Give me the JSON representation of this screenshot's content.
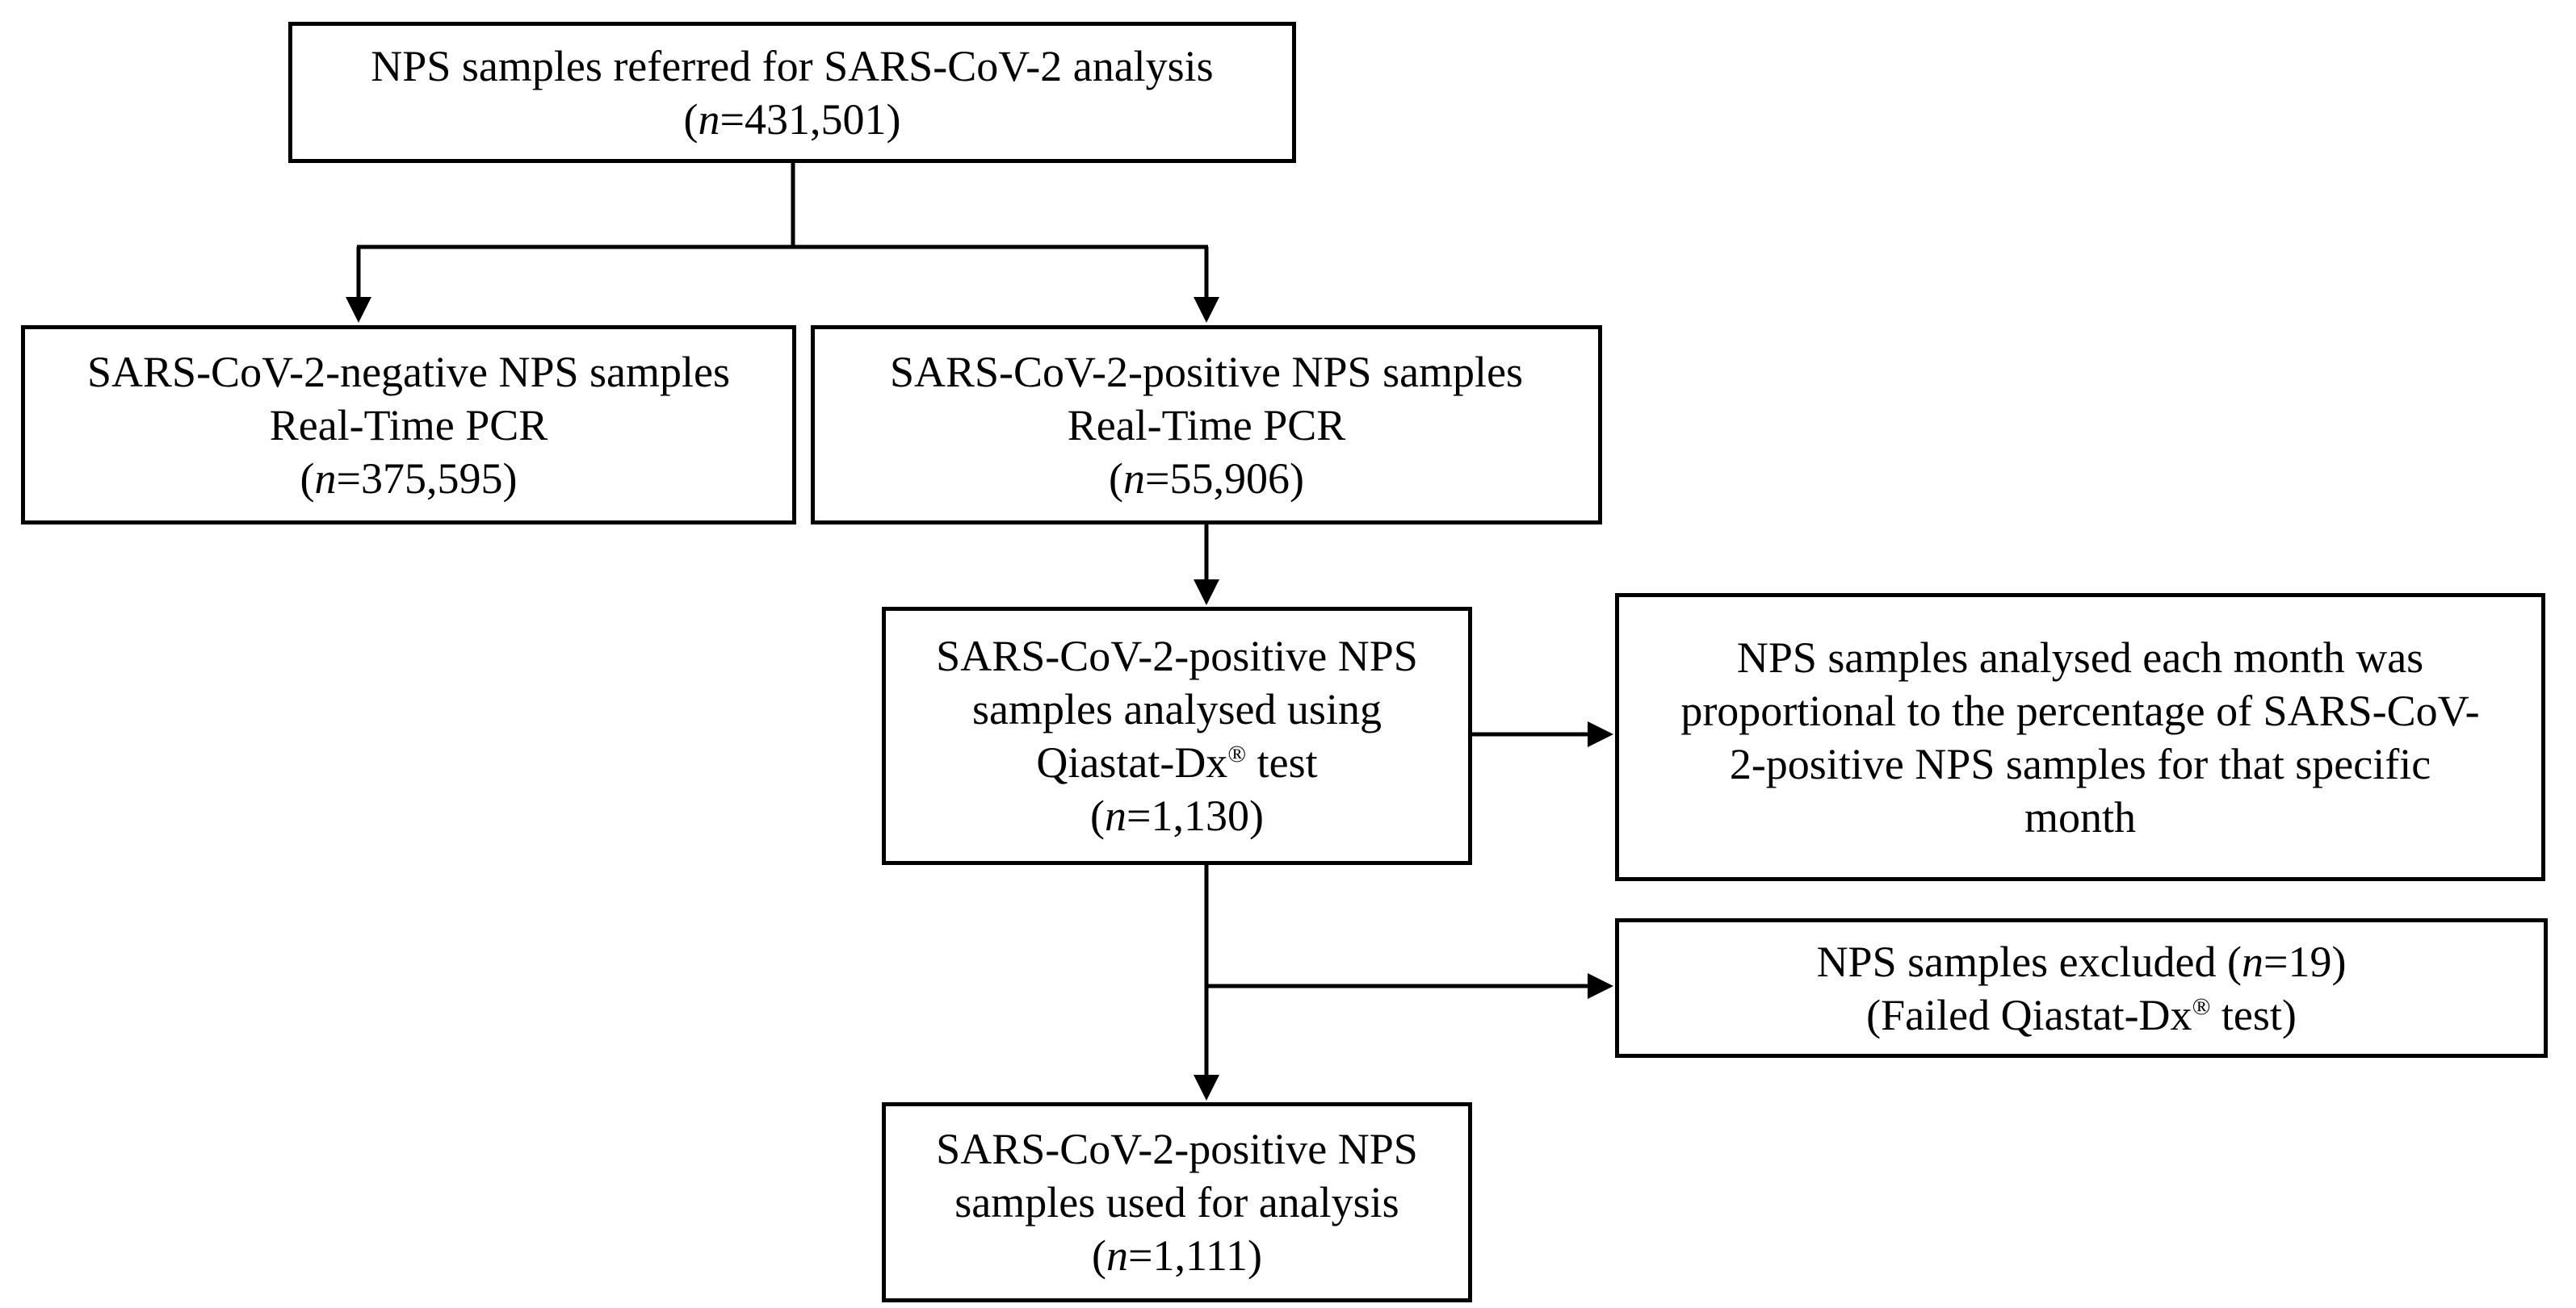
{
  "boxes": {
    "referred": {
      "lines": [
        "NPS samples referred for SARS-CoV-2 analysis"
      ],
      "n_prefix": "n",
      "n_value": "=431,501"
    },
    "negative": {
      "lines": [
        "SARS-CoV-2-negative NPS samples",
        "Real-Time PCR"
      ],
      "n_prefix": "n",
      "n_value": "=375,595"
    },
    "positive": {
      "lines": [
        "SARS-CoV-2-positive NPS samples",
        "Real-Time PCR"
      ],
      "n_prefix": "n",
      "n_value": "=55,906"
    },
    "qiastat": {
      "lines": [
        "SARS-CoV-2-positive NPS",
        "samples analysed using"
      ],
      "test_pre": "Qiastat-Dx",
      "test_sup": "®",
      "test_post": " test",
      "n_prefix": "n",
      "n_value": "=1,130"
    },
    "monthly": {
      "lines": [
        "NPS samples analysed each month was",
        "proportional to the percentage of SARS-CoV-",
        "2-positive NPS samples for that specific",
        "month"
      ]
    },
    "excluded": {
      "line1_pre": "NPS samples excluded (",
      "n_prefix": "n",
      "line1_post": "=19)",
      "line2_pre": "(Failed Qiastat-Dx",
      "line2_sup": "®",
      "line2_post": " test)"
    },
    "final": {
      "lines": [
        "SARS-CoV-2-positive NPS",
        "samples used for analysis"
      ],
      "n_prefix": "n",
      "n_value": "=1,111"
    }
  }
}
